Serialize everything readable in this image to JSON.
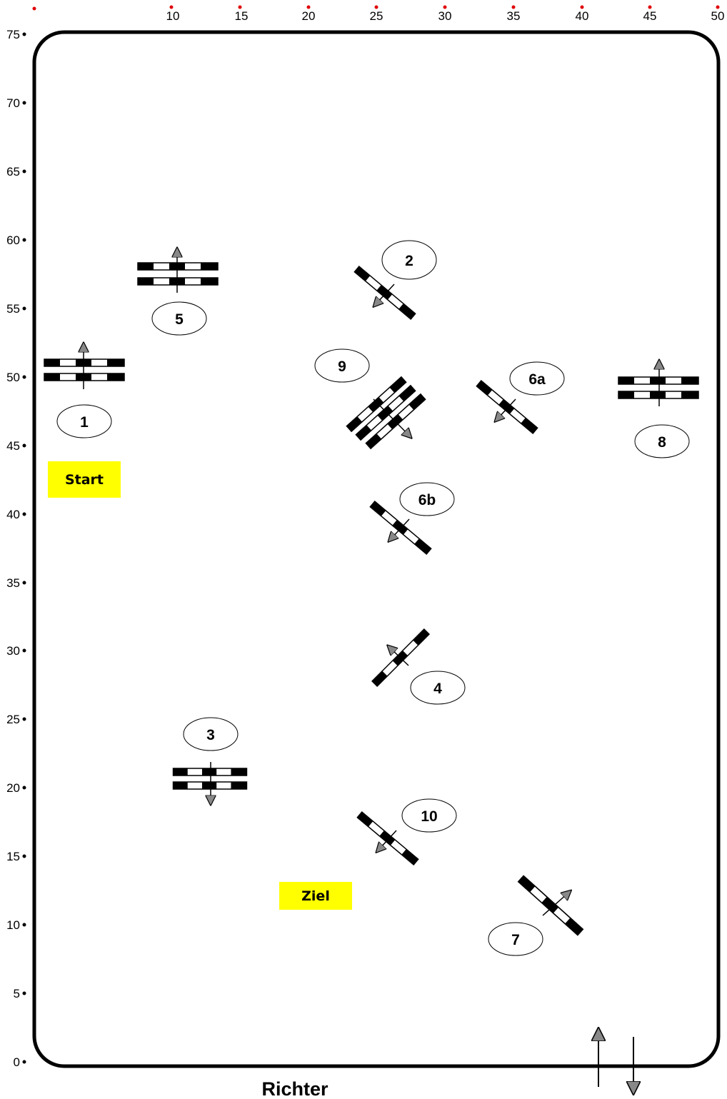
{
  "arena": {
    "x_ticks": [
      "10",
      "15",
      "20",
      "25",
      "30",
      "35",
      "40",
      "45",
      "50"
    ],
    "y_ticks": [
      "75",
      "70",
      "65",
      "60",
      "55",
      "50",
      "45",
      "40",
      "35",
      "30",
      "25",
      "20",
      "15",
      "10",
      "5",
      "0"
    ],
    "judge_label": "Richter"
  },
  "markers": {
    "start": "Start",
    "finish": "Ziel"
  },
  "obstacles": [
    {
      "id": "1",
      "label": "1"
    },
    {
      "id": "2",
      "label": "2"
    },
    {
      "id": "3",
      "label": "3"
    },
    {
      "id": "4",
      "label": "4"
    },
    {
      "id": "5",
      "label": "5"
    },
    {
      "id": "6a",
      "label": "6a"
    },
    {
      "id": "6b",
      "label": "6b"
    },
    {
      "id": "7",
      "label": "7"
    },
    {
      "id": "8",
      "label": "8"
    },
    {
      "id": "9",
      "label": "9"
    },
    {
      "id": "10",
      "label": "10"
    }
  ],
  "colors": {
    "marker_fill": "#ffff00",
    "tick_dot": "#e00000",
    "pole_dark": "#000000",
    "pole_light": "#ffffff",
    "arrow_fill": "#888888"
  }
}
